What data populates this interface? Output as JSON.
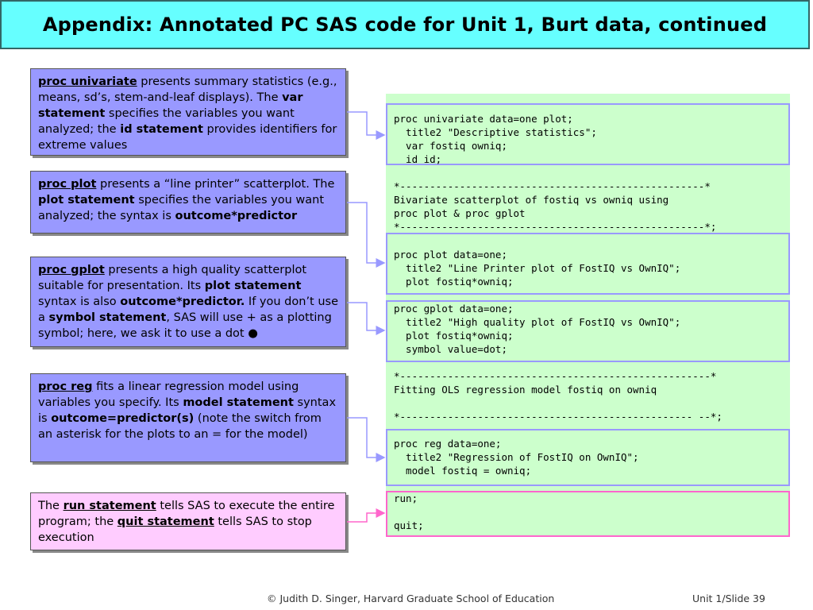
{
  "title": "Appendix: Annotated PC SAS code for Unit 1, Burt data, continued",
  "annotations": {
    "univariate": {
      "kw": "proc univariate",
      "t1": " presents summary statistics (e.g., means, sd’s, stem-and-leaf displays).  The ",
      "kw2": "var statement",
      "t2": " specifies the variables you want analyzed; the ",
      "kw3": "id statement",
      "t3": " provides identifiers for extreme values"
    },
    "plot": {
      "kw": "proc plot",
      "t1": " presents a “line printer” scatterplot.  The ",
      "kw2": "plot statement",
      "t2": " specifies the variables you want analyzed; the syntax is ",
      "kw3": "outcome*predictor"
    },
    "gplot": {
      "kw": "proc gplot",
      "t1": " presents a high quality scatterplot suitable for presentation.  Its ",
      "kw2": "plot statement",
      "t2": " syntax is also ",
      "kw3": "outcome*predictor.",
      "t3": "  If you don’t use a ",
      "kw4": "symbol statement",
      "t4": ", SAS will use + as a plotting symbol; here, we ask it to use a dot ●"
    },
    "reg": {
      "kw": "proc reg",
      "t1": " fits a linear regression model using variables you specify.  Its ",
      "kw2": "model statement",
      "t2": " syntax is ",
      "kw3": "outcome=predictor(s)",
      "t3": " (note the switch from an asterisk for the plots to an = for the model)"
    },
    "run": {
      "t0": "The ",
      "kw": "run statement",
      "t1": " tells SAS to execute the entire program; the ",
      "kw2": "quit statement",
      "t2": " tells SAS to stop execution"
    }
  },
  "code": {
    "univariate": "proc univariate data=one plot;\n  title2 \"Descriptive statistics\";\n  var fostiq owniq;\n  id id;",
    "comment1": "*---------------------------------------------------*\nBivariate scatterplot of fostiq vs owniq using\nproc plot & proc gplot\n*---------------------------------------------------*;",
    "plot": "proc plot data=one;\n  title2 \"Line Printer plot of FostIQ vs OwnIQ\";\n  plot fostiq*owniq;",
    "gplot": "proc gplot data=one;\n  title2 \"High quality plot of FostIQ vs OwnIQ\";\n  plot fostiq*owniq;\n  symbol value=dot;",
    "comment2": "*----------------------------------------------------*\nFitting OLS regression model fostiq on owniq\n\n*------------------------------------------------- --*;",
    "reg": "proc reg data=one;\n  title2 \"Regression of FostIQ on OwnIQ\";\n  model fostiq = owniq;",
    "run": "run;\n\nquit;"
  },
  "footer": {
    "copyright": "© Judith D. Singer, Harvard Graduate School of Education",
    "slide": "Unit 1/Slide 39"
  },
  "colors": {
    "title_bg": "#66ffff",
    "annotation_bg": "#9999ff",
    "annotation_run_bg": "#ffccff",
    "code_bg": "#ccffcc",
    "code_border": "#9999ff",
    "code_run_border": "#ff66cc"
  }
}
